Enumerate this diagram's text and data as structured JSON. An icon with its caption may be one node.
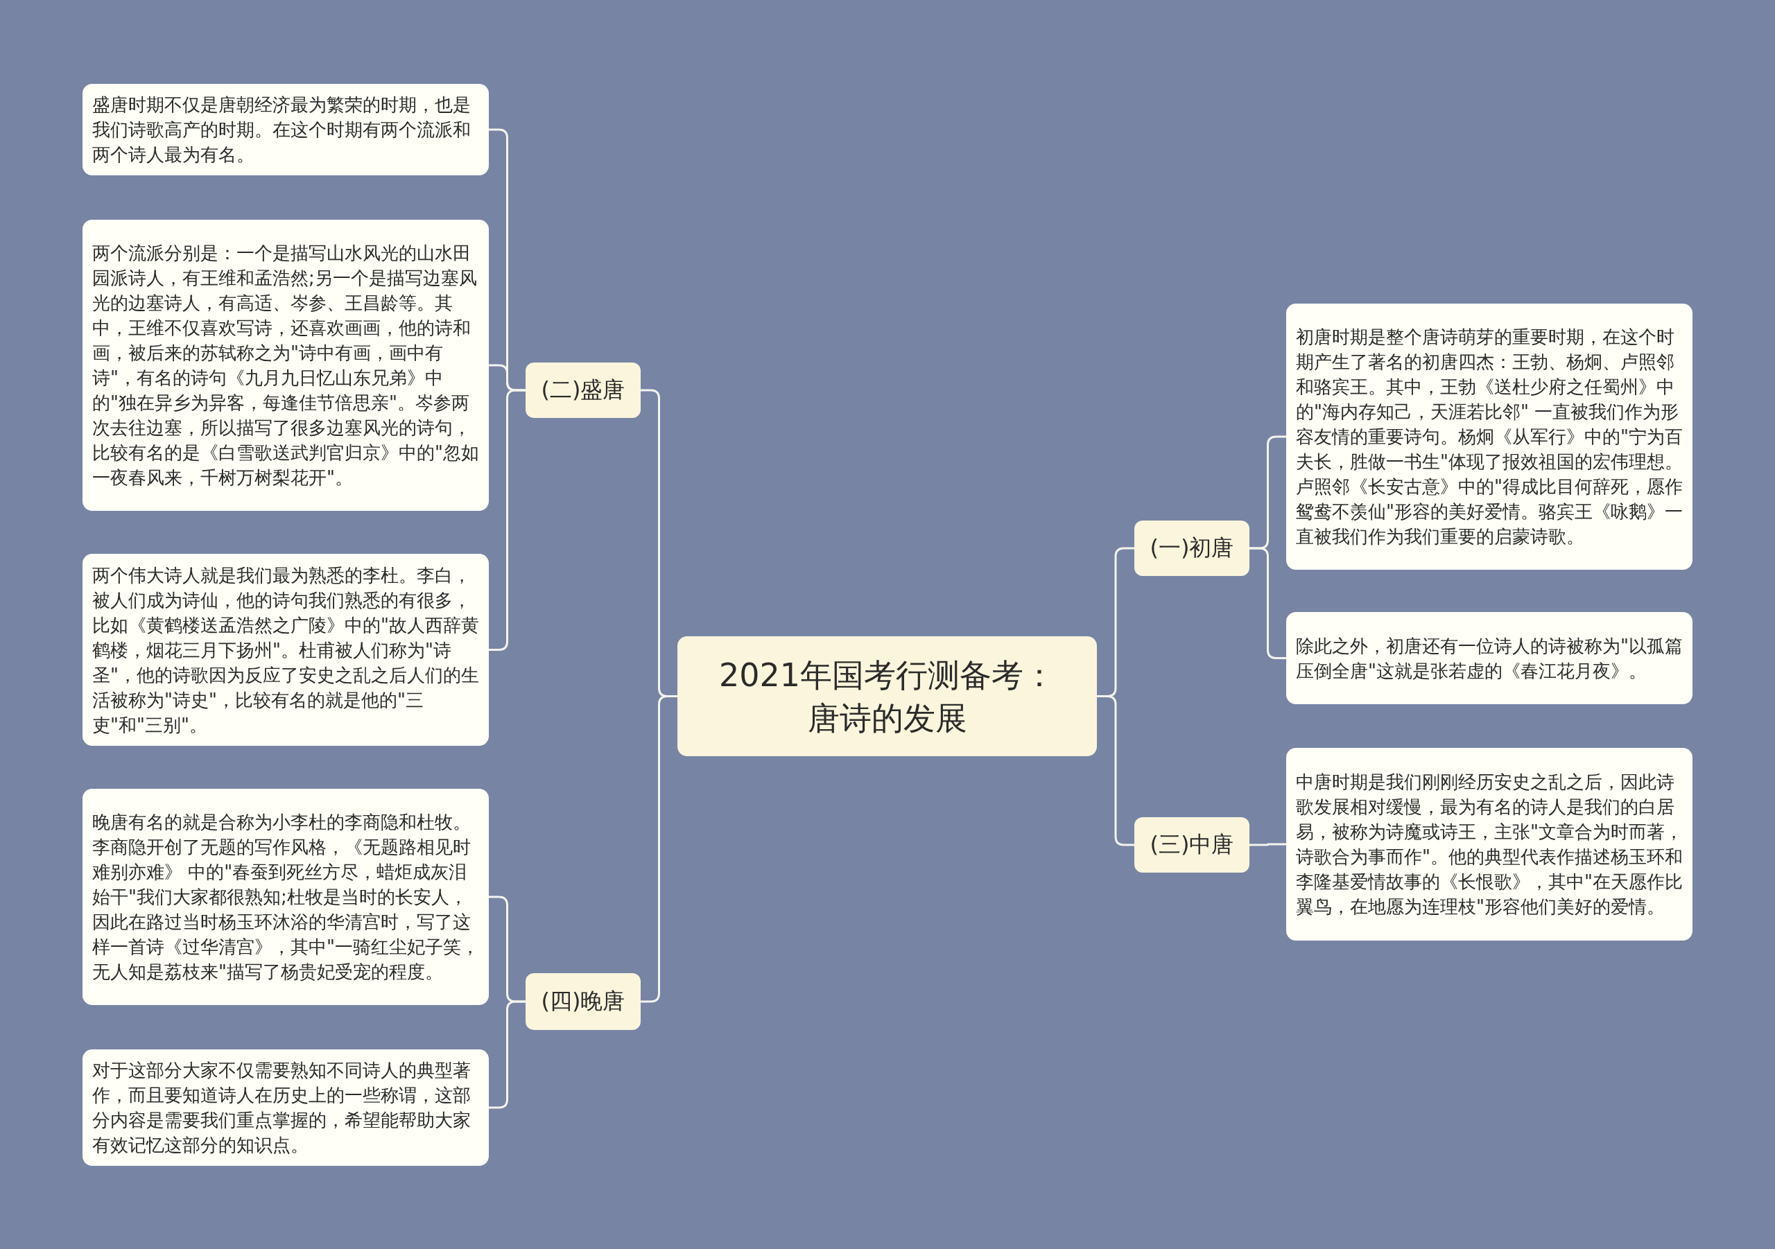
{
  "diagram": {
    "nodes": [
      {
        "text": [
          "2021年国考行测备考：唐诗的发展"
        ]
      },
      {
        "text": [
          "(二)盛唐"
        ]
      },
      {
        "text": [
          "盛唐时期不仅是唐朝经济最为繁荣的时期，也是我们诗歌高产的时期。在这个时期有两个流派和两个诗人最为有名。"
        ]
      },
      {
        "text": [
          "两个流派分别是：一个是描写山水风光的山水田园派诗人，有王维和孟浩然;另一个是描写边塞风光的边塞诗人，有高适、岑参、王昌龄等。其中，王维不仅喜欢写诗，还喜欢画画，他的诗和画，被后来的苏轼称之为\"诗中有画，画中有诗\"，有名的诗句《九月九日忆山东兄弟》中的\"独在异乡为异客，每逢佳节倍思亲\"。岑参两次去往边塞，所以描写了很多边塞风光的诗句，比较有名的是《白雪歌送武判官归京》中的\"忽如一夜春风来，千树万树梨花开\"。"
        ]
      },
      {
        "text": [
          "两个伟大诗人就是我们最为熟悉的李杜。李白，被人们成为诗仙，他的诗句我们熟悉的有很多，比如《黄鹤楼送孟浩然之广陵》中的\"故人西辞黄鹤楼，烟花三月下扬州\"。杜甫被人们称为\"诗圣\"，他的诗歌因为反应了安史之乱之后人们的生活被称为\"诗史\"，比较有名的就是他的\"三吏\"和\"三别\"。"
        ]
      },
      {
        "text": [
          "(四)晚唐"
        ]
      },
      {
        "text": [
          "晚唐有名的就是合称为小李杜的李商隐和杜牧。李商隐开创了无题的写作风格，《无题路相见时难别亦难》 中的\"春蚕到死丝方尽，蜡炬成灰泪始干\"我们大家都很熟知;杜牧是当时的长安人，因此在路过当时杨玉环沐浴的华清宫时，写了这样一首诗《过华清宫》，其中\"一骑红尘妃子笑，无人知是荔枝来\"描写了杨贵妃受宠的程度。"
        ]
      },
      {
        "text": [
          "对于这部分大家不仅需要熟知不同诗人的典型著作，而且要知道诗人在历史上的一些称谓，这部分内容是需要我们重点掌握的，希望能帮助大家有效记忆这部分的知识点。"
        ]
      },
      {
        "text": [
          "(一)初唐"
        ]
      },
      {
        "text": [
          "初唐时期是整个唐诗萌芽的重要时期，在这个时期产生了著名的初唐四杰：王勃、杨炯、卢照邻和骆宾王。其中，王勃《送杜少府之任蜀州》中的\"海内存知己，天涯若比邻\" 一直被我们作为形容友情的重要诗句。杨炯《从军行》中的\"宁为百夫长，胜做一书生\"体现了报效祖国的宏伟理想。卢照邻《长安古意》中的\"得成比目何辞死，愿作鸳鸯不羡仙\"形容的美好爱情。骆宾王《咏鹅》一直被我们作为我们重要的启蒙诗歌。"
        ]
      },
      {
        "text": [
          "除此之外，初唐还有一位诗人的诗被称为\"以孤篇压倒全唐\"这就是张若虚的《春江花月夜》。"
        ]
      },
      {
        "text": [
          "(三)中唐"
        ]
      },
      {
        "text": [
          "中唐时期是我们刚刚经历安史之乱之后，因此诗歌发展相对缓慢，最为有名的诗人是我们的白居易，被称为诗魔或诗王，主张\"文章合为时而著，诗歌合为事而作\"。他的典型代表作描述杨玉环和李隆基爱情故事的《长恨歌》，其中\"在天愿作比翼鸟，在地愿为连理枝\"形容他们美好的爱情。"
        ]
      }
    ],
    "edges": [
      {
        "from": 0,
        "to": 1,
        "arrow": "none"
      },
      {
        "from": 1,
        "to": 2,
        "arrow": "none"
      },
      {
        "from": 1,
        "to": 3,
        "arrow": "none"
      },
      {
        "from": 1,
        "to": 4,
        "arrow": "none"
      },
      {
        "from": 0,
        "to": 5,
        "arrow": "none"
      },
      {
        "from": 5,
        "to": 6,
        "arrow": "none"
      },
      {
        "from": 5,
        "to": 7,
        "arrow": "none"
      },
      {
        "from": 0,
        "to": 8,
        "arrow": "none"
      },
      {
        "from": 8,
        "to": 9,
        "arrow": "none"
      },
      {
        "from": 8,
        "to": 10,
        "arrow": "none"
      },
      {
        "from": 0,
        "to": 11,
        "arrow": "none"
      },
      {
        "from": 11,
        "to": 12,
        "arrow": "none"
      }
    ]
  }
}
